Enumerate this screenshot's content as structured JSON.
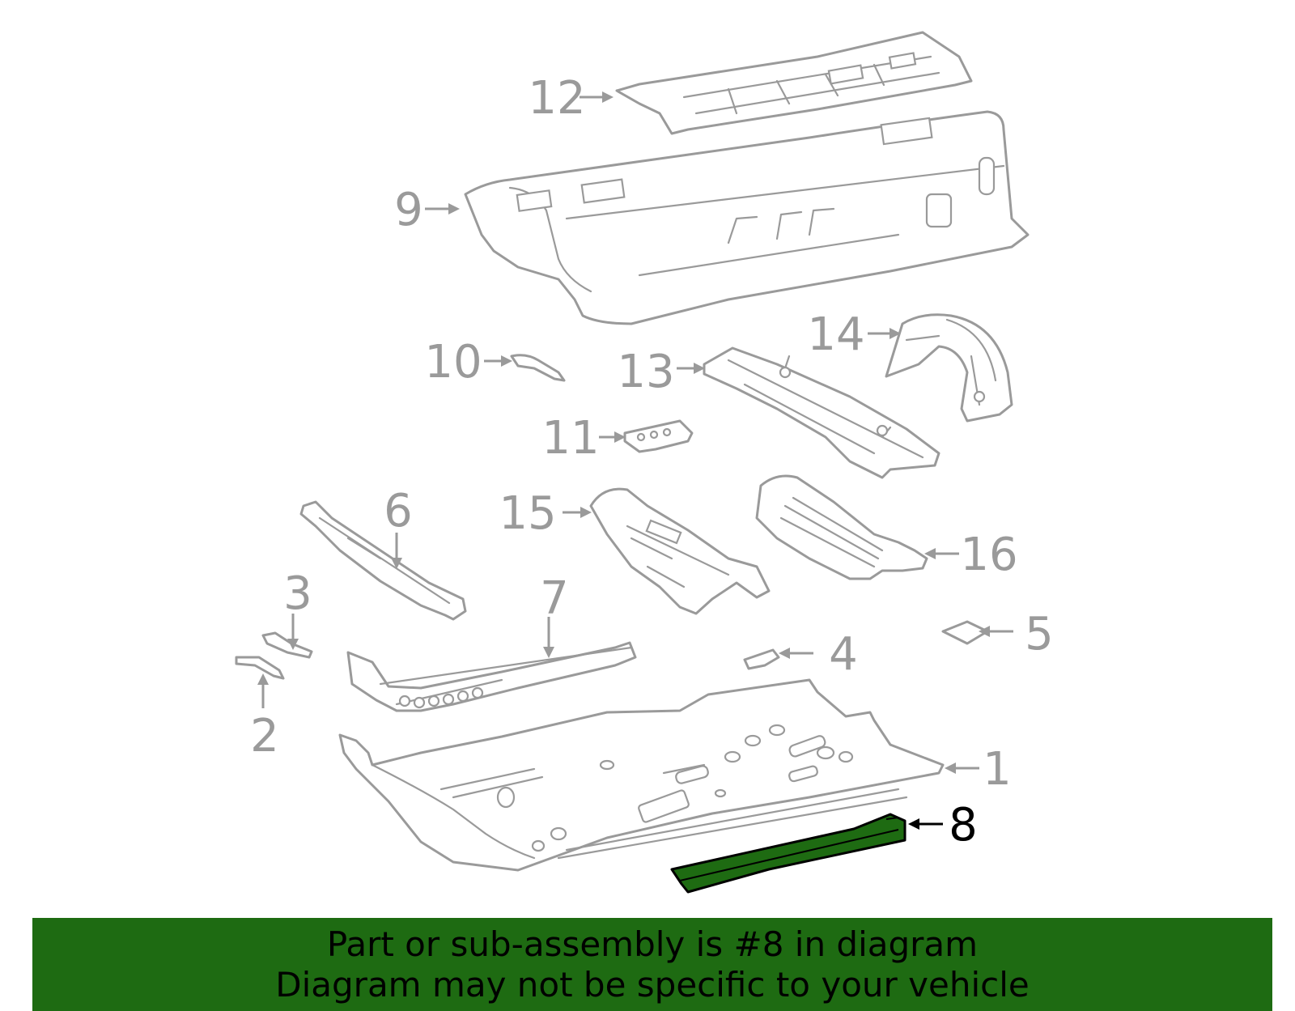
{
  "diagram": {
    "highlighted_part": "8",
    "highlight_color": "#1e6b12",
    "line_color": "#9a9a9a",
    "labels": {
      "p1": "1",
      "p2": "2",
      "p3": "3",
      "p4": "4",
      "p5": "5",
      "p6": "6",
      "p7": "7",
      "p8": "8",
      "p9": "9",
      "p10": "10",
      "p11": "11",
      "p12": "12",
      "p13": "13",
      "p14": "14",
      "p15": "15",
      "p16": "16"
    }
  },
  "banner": {
    "line1": "Part or sub-assembly is #8 in diagram",
    "line2": "Diagram may not be specific to your vehicle",
    "background": "#1e6b12"
  }
}
